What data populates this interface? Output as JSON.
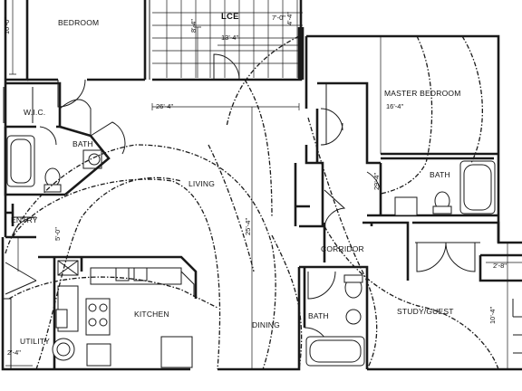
{
  "rooms": {
    "bedroom": "BEDROOM",
    "terrace": "LCE",
    "wic": "W.I.C.",
    "bath1": "BATH",
    "living": "LIVING",
    "entry": "ENTRY",
    "kitchen": "KITCHEN",
    "dining": "DINING",
    "utility": "UTILITY",
    "master_bedroom": "MASTER BEDROOM",
    "bath2": "BATH",
    "corridor": "CORRIDOR",
    "bath3": "BATH",
    "study_guest": "STUDY/GUEST"
  },
  "dimensions": {
    "bedroom_depth": "10'-0\"",
    "terrace_depth": "8'-4\"",
    "terrace_width": "13'-4\"",
    "terrace_side": "7'-0\"",
    "terrace_edge": "4'-4\"",
    "living_width": "26'-4\"",
    "living_depth": "25'-4\"",
    "master_width": "16'-4\"",
    "master_depth": "29'-4\"",
    "entry_depth": "5'-0\"",
    "utility_width": "2'-4\"",
    "study_depth": "10'-4\"",
    "study_closet": "2'-8\""
  }
}
